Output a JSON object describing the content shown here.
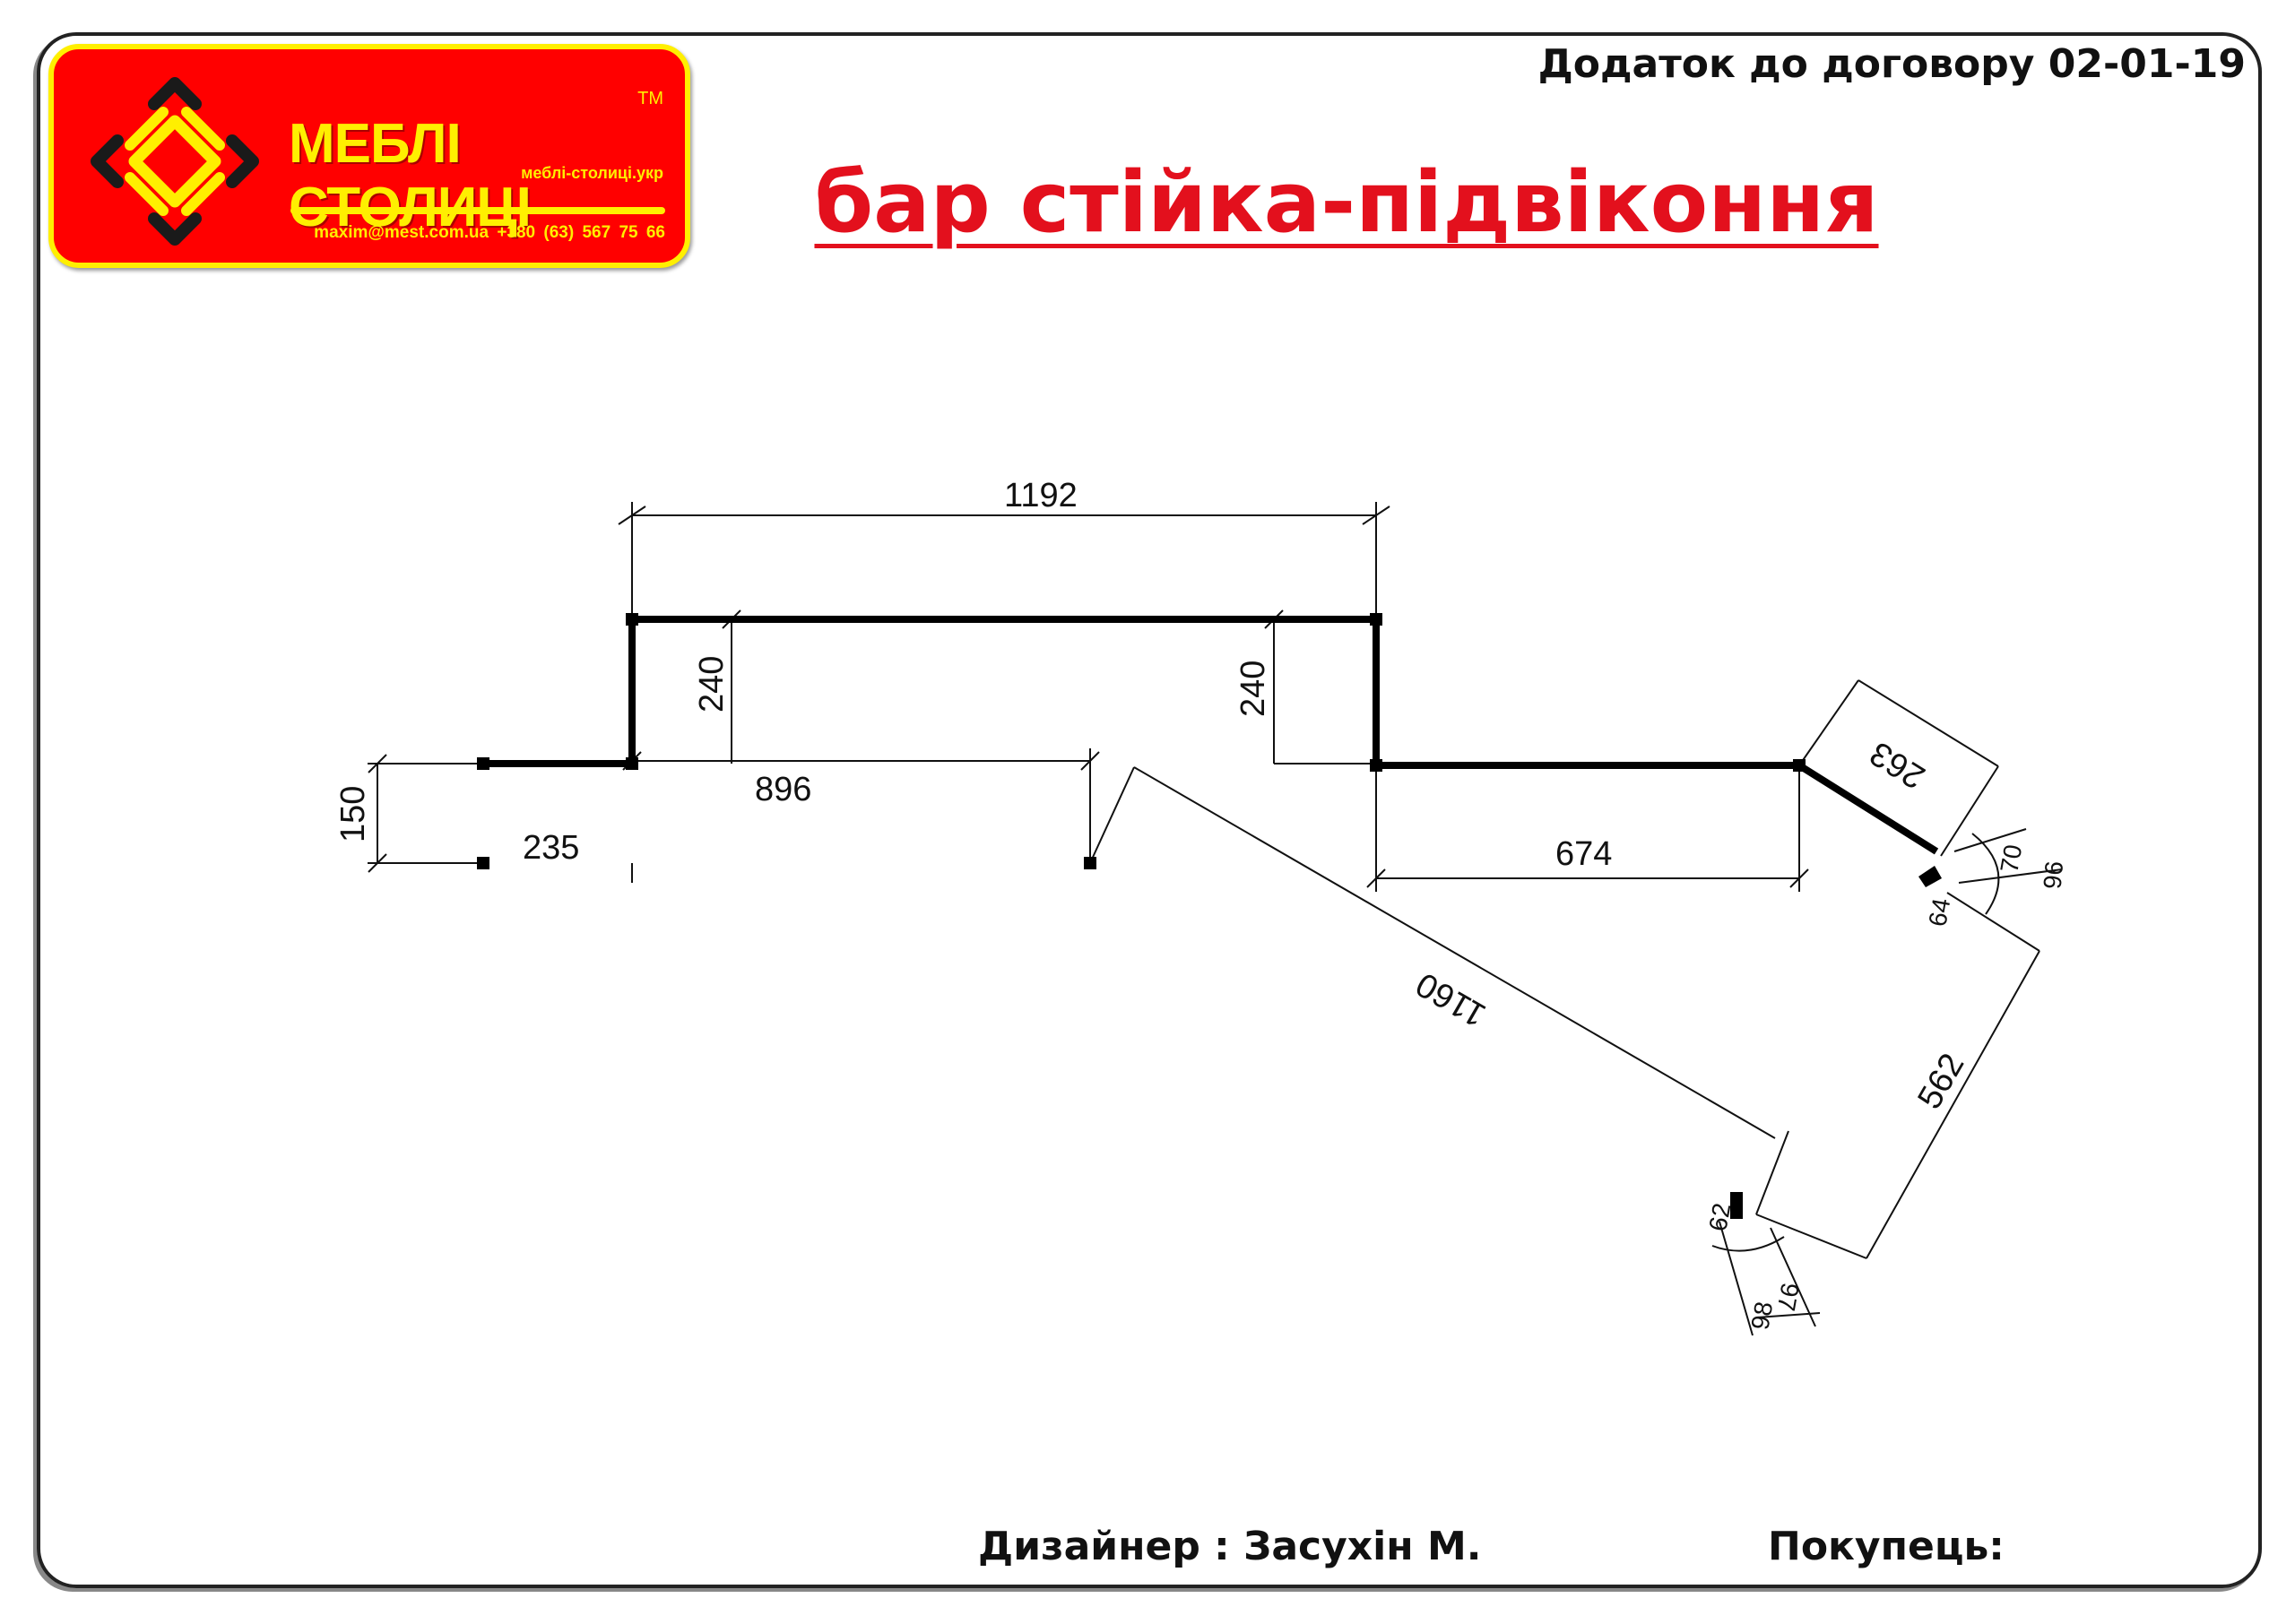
{
  "logo": {
    "brand": "МЕБЛІ СТОЛИЦІ",
    "trademark": "TM",
    "website": "меблі-столиці.укр",
    "contacts": "maxim@mest.com.ua  +380 (63) 567 75 66"
  },
  "header": {
    "document_ref": "Додаток до договору 02-01-19",
    "title": "бар стійка-підвіконня"
  },
  "drawing": {
    "dimensions": {
      "top_width": "1192",
      "left_depth": "240",
      "right_depth": "240",
      "middle_length": "896",
      "end_height": "150",
      "end_length": "235",
      "right_length": "674",
      "diagonal_long": "1160",
      "diagonal_short": "263",
      "diagonal_lower": "562",
      "angle_a": "70",
      "angle_b": "96",
      "radius_a": "64",
      "radius_b": "62",
      "angle_c": "97",
      "angle_d": "98"
    }
  },
  "footer": {
    "designer": "Дизайнер : Засухін М.",
    "buyer": "Покупець:"
  },
  "colors": {
    "title": "#e3101d",
    "logo_bg": "#ff0000",
    "logo_fg": "#ffef00"
  }
}
